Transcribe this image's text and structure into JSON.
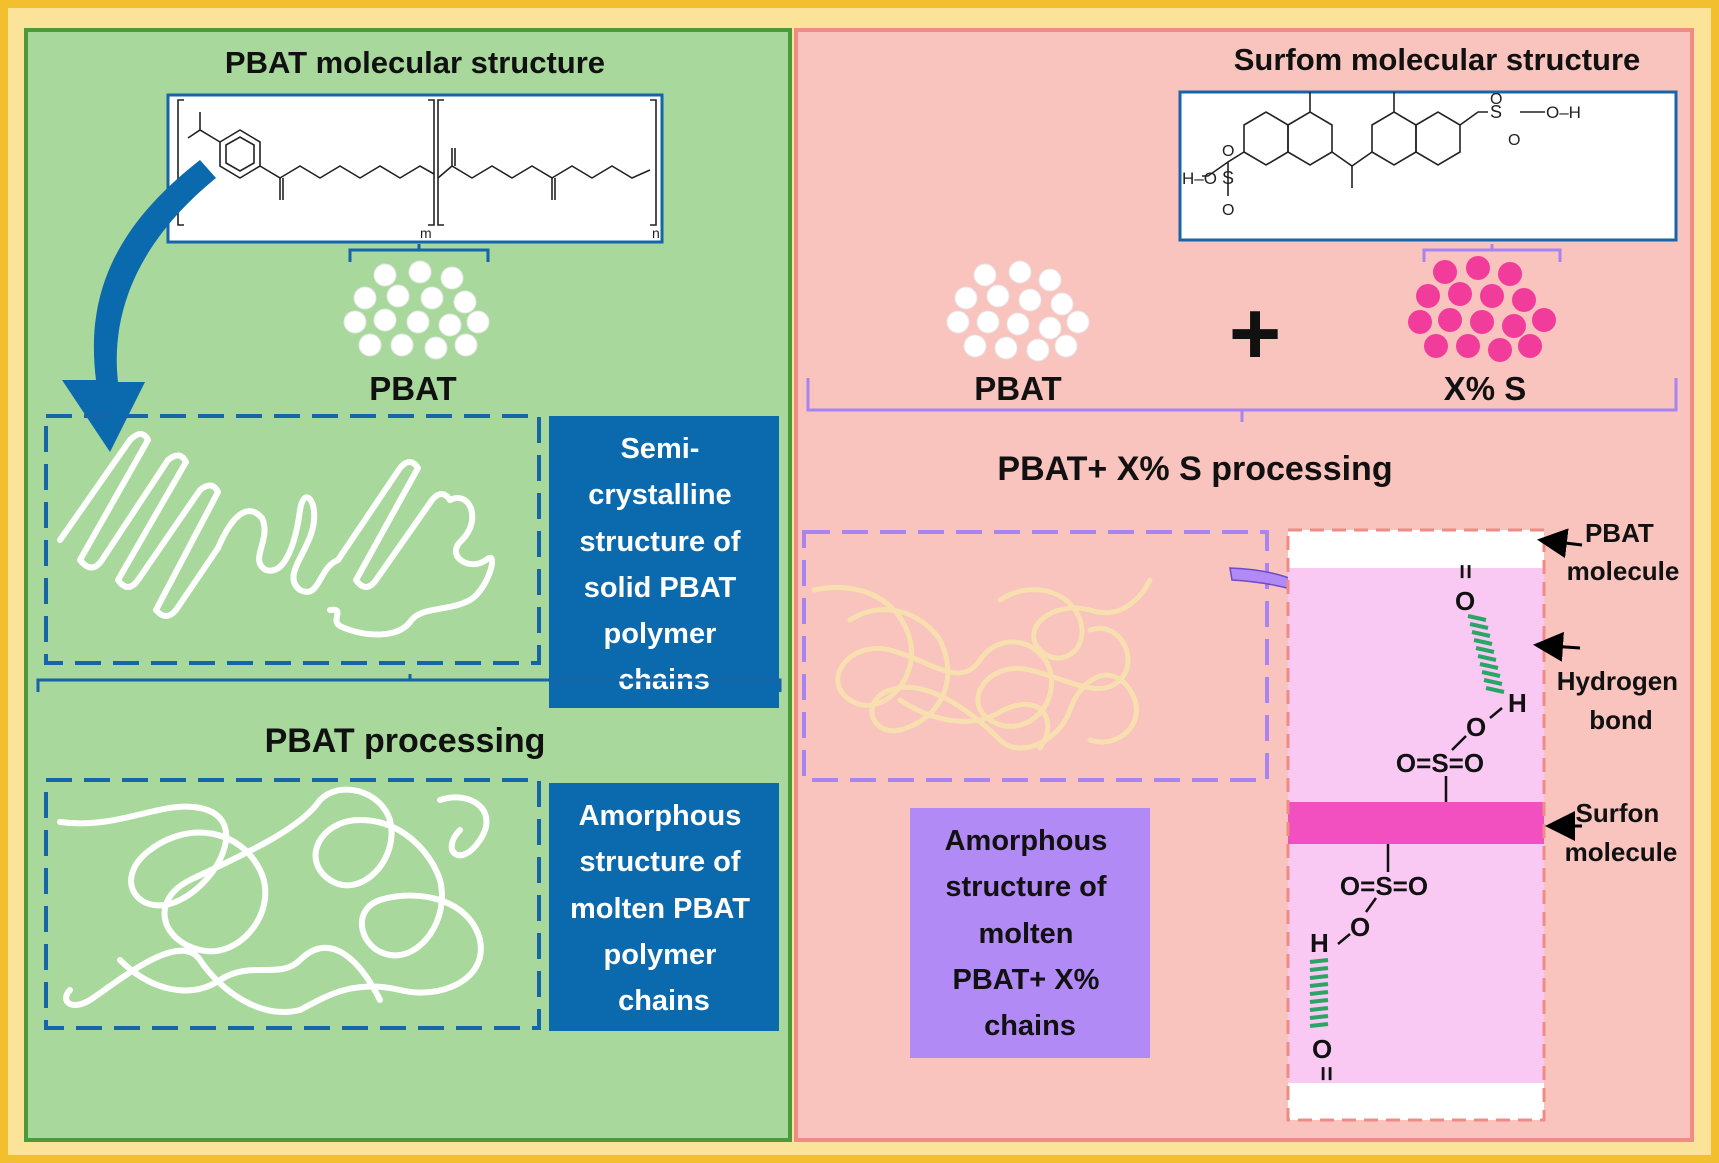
{
  "colors": {
    "outer_bg": "#fbe39a",
    "outer_border": "#f2bf2e",
    "left_panel_bg": "#a8d89b",
    "left_panel_border": "#4e9a3a",
    "right_panel_bg": "#f9c3be",
    "right_panel_border": "#ef8c86",
    "blue_box": "#0b69ad",
    "dash_blue": "#1565a8",
    "dash_purple": "#a784f0",
    "purple_box": "#b18af6",
    "pink_bar": "#f24fc1",
    "pink_panel": "#f9c9f3",
    "pink_particle": "#f23c9c",
    "hbond_green": "#28a567",
    "amorphous_cream": "#f7dfb0"
  },
  "left": {
    "title": "PBAT molecular structure",
    "subscript_m": "m",
    "subscript_n": "n",
    "particle_label": "PBAT",
    "semi_box_lines": [
      "Semi-",
      "crystalline",
      "structure of",
      "solid PBAT",
      "polymer",
      "chains"
    ],
    "processing_label": "PBAT processing",
    "amorphous_box_lines": [
      "Amorphous",
      "structure of",
      "molten PBAT",
      "polymer",
      "chains"
    ]
  },
  "right": {
    "title": "Surfom molecular structure",
    "surfon_atoms": {
      "oxygen": "O",
      "sulfur": "S",
      "hydrogen": "H",
      "hydroxyl_left": "H–O",
      "hydroxyl_right": "O–H"
    },
    "pbat_label": "PBAT",
    "plus_sign": "+",
    "xs_label": "X% S",
    "processing_label": "PBAT+ X% S processing",
    "amorphous_box_lines": [
      "Amorphous",
      "structure of",
      "molten",
      "PBAT+ X%",
      "chains"
    ],
    "annotations": {
      "pbat_molecule": [
        "PBAT",
        "molecule"
      ],
      "hydrogen_bond": [
        "Hydrogen",
        "bond"
      ],
      "surfon_molecule": [
        "Surfon",
        "molecule"
      ]
    },
    "chem": {
      "o_top": "O",
      "eq": "=",
      "h1": "H",
      "o1": "O",
      "sulfonyl_top": "O=S=O",
      "sulfonyl_bottom": "O=S=O",
      "o2": "O",
      "h2": "H",
      "o_bottom": "O"
    }
  }
}
